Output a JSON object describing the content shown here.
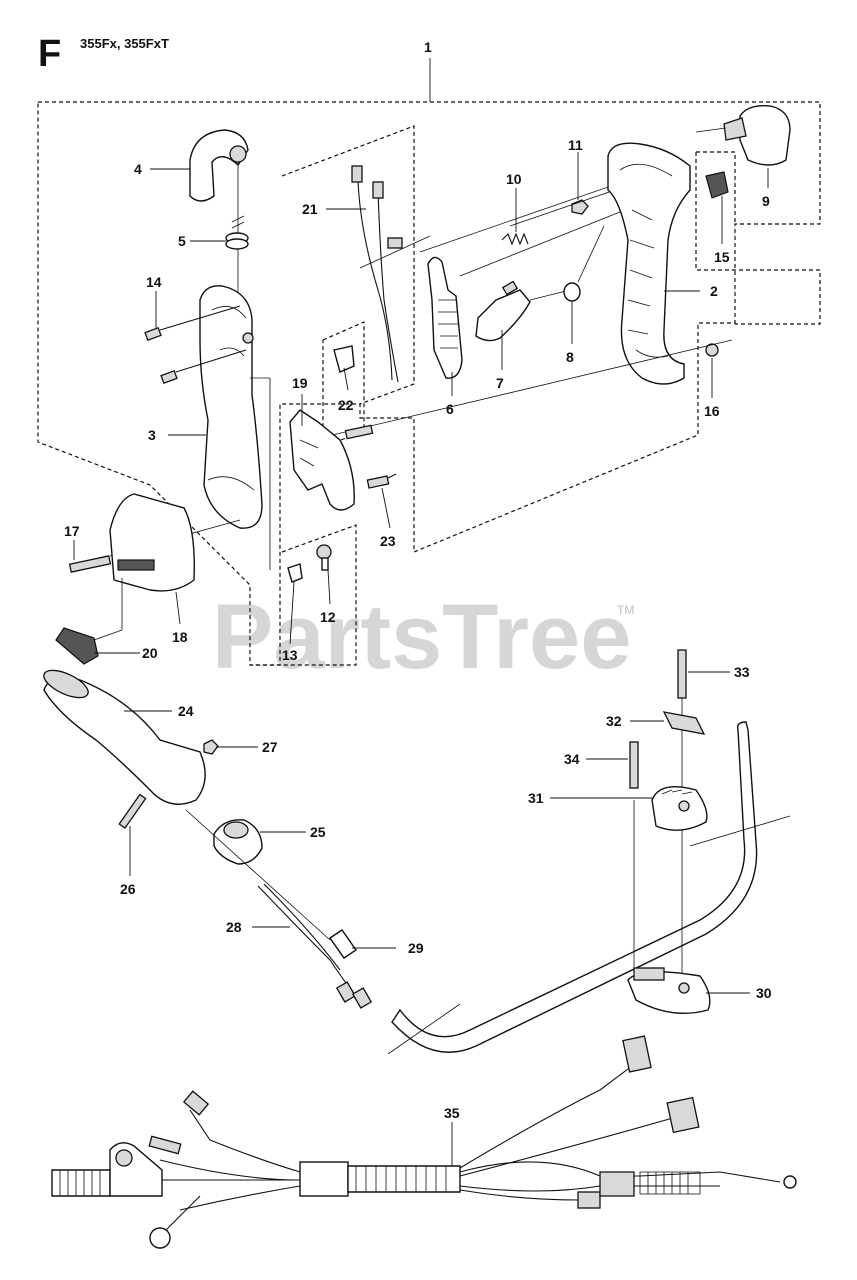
{
  "header": {
    "section_letter": "F",
    "models": "355Fx, 355FxT"
  },
  "watermark": {
    "text": "PartsTree",
    "trademark": "TM"
  },
  "callouts": {
    "c1": "1",
    "c2": "2",
    "c3": "3",
    "c4": "4",
    "c5": "5",
    "c6": "6",
    "c7": "7",
    "c8": "8",
    "c9": "9",
    "c10": "10",
    "c11": "11",
    "c12": "12",
    "c13": "13",
    "c14": "14",
    "c15": "15",
    "c16": "16",
    "c17": "17",
    "c18": "18",
    "c19": "19",
    "c20": "20",
    "c21": "21",
    "c22": "22",
    "c23": "23",
    "c24": "24",
    "c25": "25",
    "c26": "26",
    "c27": "27",
    "c28": "28",
    "c29": "29",
    "c30": "30",
    "c31": "31",
    "c32": "32",
    "c33": "33",
    "c34": "34",
    "c35": "35"
  }
}
